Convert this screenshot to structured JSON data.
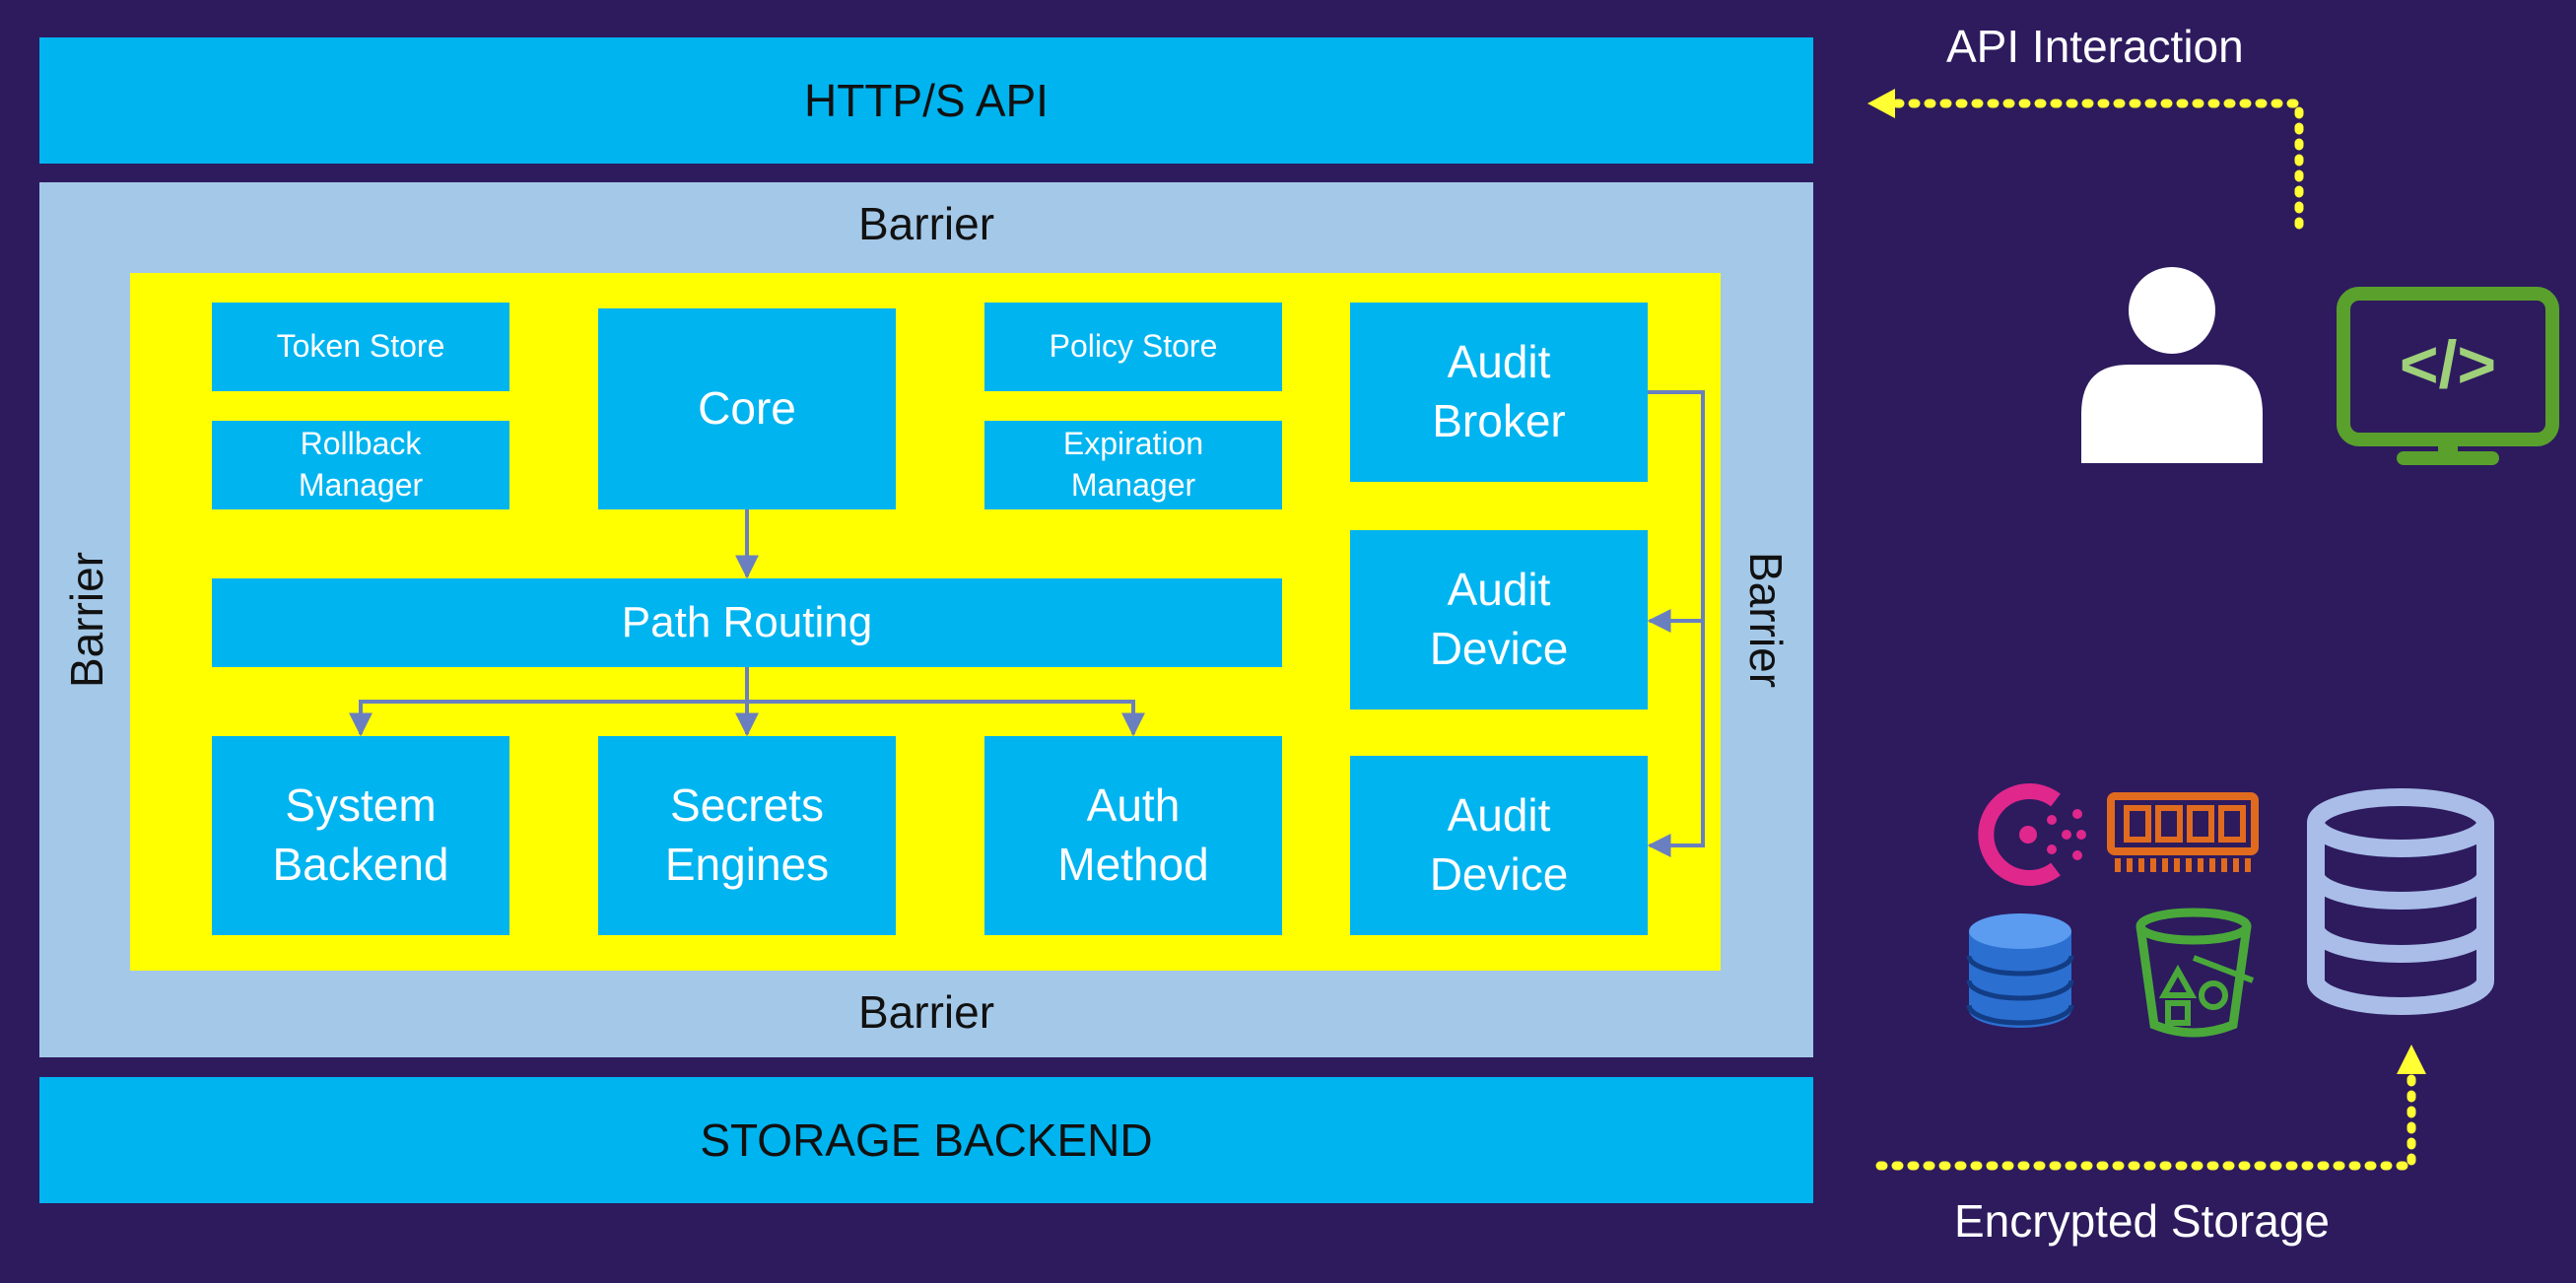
{
  "diagram": {
    "http_api": "HTTP/S API",
    "barrier_top": "Barrier",
    "barrier_bottom": "Barrier",
    "barrier_left": "Barrier",
    "barrier_right": "Barrier",
    "storage_backend": "STORAGE BACKEND",
    "components": {
      "token_store": "Token Store",
      "rollback_manager": [
        "Rollback",
        "Manager"
      ],
      "core": "Core",
      "policy_store": "Policy Store",
      "expiration_manager": [
        "Expiration",
        "Manager"
      ],
      "audit_broker": [
        "Audit",
        "Broker"
      ],
      "path_routing": "Path Routing",
      "audit_device_1": [
        "Audit",
        "Device"
      ],
      "audit_device_2": [
        "Audit",
        "Device"
      ],
      "system_backend": [
        "System",
        "Backend"
      ],
      "secrets_engines": [
        "Secrets",
        "Engines"
      ],
      "auth_method": [
        "Auth",
        "Method"
      ]
    }
  },
  "side": {
    "api_interaction": "API Interaction",
    "encrypted_storage": "Encrypted Storage"
  },
  "icons": {
    "user": "user-icon",
    "code": "code-monitor-icon",
    "consul": "consul-icon",
    "memory": "memory-icon",
    "dynamodb": "dynamodb-icon",
    "bucket": "storage-bucket-icon",
    "database": "database-icon"
  },
  "colors": {
    "background": "#2d1b5e",
    "band": "#00b4f0",
    "barrier": "#a4c8e8",
    "core_area": "#ffff00",
    "arrow": "#6a7fc0",
    "dotted": "#ffff33",
    "code_icon": "#5aa02c",
    "consul": "#e0278c",
    "memory": "#e06b1f",
    "dynamodb": "#2b6fd1",
    "bucket": "#4aa83a",
    "database": "#a9bde8"
  }
}
